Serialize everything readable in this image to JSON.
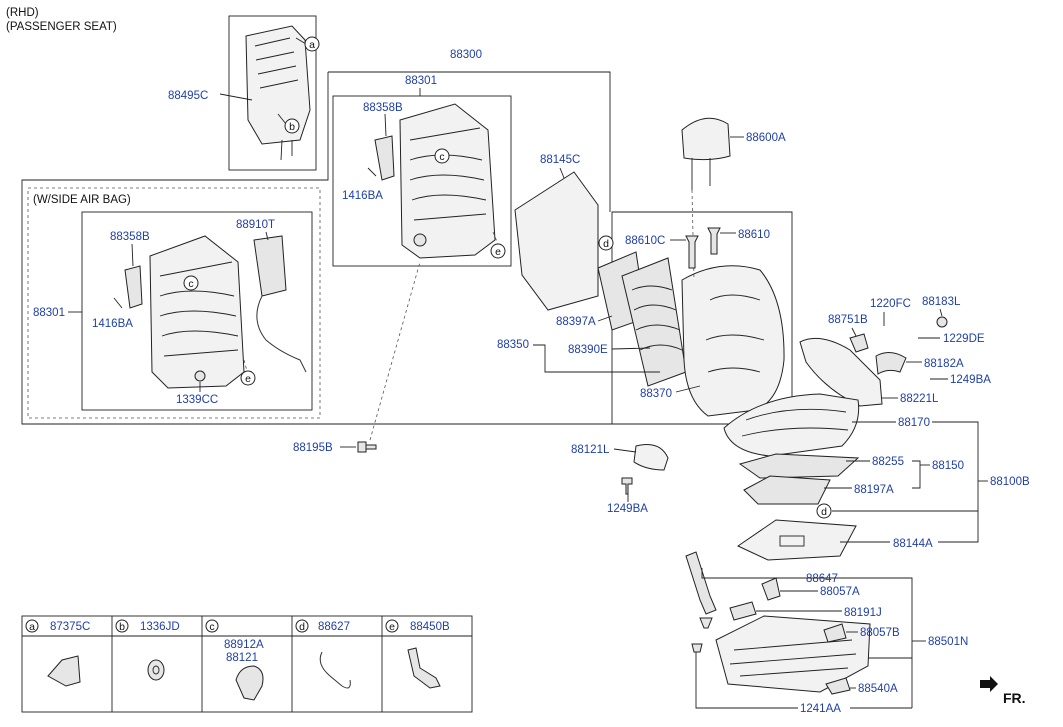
{
  "header": {
    "line1": "(RHD)",
    "line2": "(PASSENGER SEAT)"
  },
  "airbag_box": {
    "title": "(W/SIDE AIR BAG)"
  },
  "labels": {
    "p88495C": "88495C",
    "p88300": "88300",
    "p88301_top": "88301",
    "p88358B_top": "88358B",
    "p1416BA_top": "1416BA",
    "p88145C": "88145C",
    "p88600A": "88600A",
    "p88610C": "88610C",
    "p88610": "88610",
    "p88358B_left": "88358B",
    "p88910T": "88910T",
    "p88301_left": "88301",
    "p1416BA_left": "1416BA",
    "p1339CC": "1339CC",
    "p88397A": "88397A",
    "p88350": "88350",
    "p88390E": "88390E",
    "p88370": "88370",
    "p1220FC": "1220FC",
    "p88183L": "88183L",
    "p88751B": "88751B",
    "p1229DE": "1229DE",
    "p88182A": "88182A",
    "p1249BA_r": "1249BA",
    "p88221L": "88221L",
    "p88195B": "88195B",
    "p88170": "88170",
    "p88121L": "88121L",
    "p88255": "88255",
    "p88150": "88150",
    "p88197A": "88197A",
    "p88100B": "88100B",
    "p1249BA_b": "1249BA",
    "p88144A": "88144A",
    "p88647": "88647",
    "p88057A": "88057A",
    "p88191J": "88191J",
    "p88057B": "88057B",
    "p88501N": "88501N",
    "p88540A": "88540A",
    "p1241AA": "1241AA"
  },
  "callouts": {
    "a": "a",
    "b": "b",
    "c": "c",
    "d": "d",
    "e": "e"
  },
  "legend": [
    {
      "key": "a",
      "part": "87375C"
    },
    {
      "key": "b",
      "part": "1336JD"
    },
    {
      "key": "c",
      "part": "88912A",
      "part2": "88121"
    },
    {
      "key": "d",
      "part": "88627"
    },
    {
      "key": "e",
      "part": "88450B"
    }
  ],
  "direction": {
    "label": "FR."
  }
}
